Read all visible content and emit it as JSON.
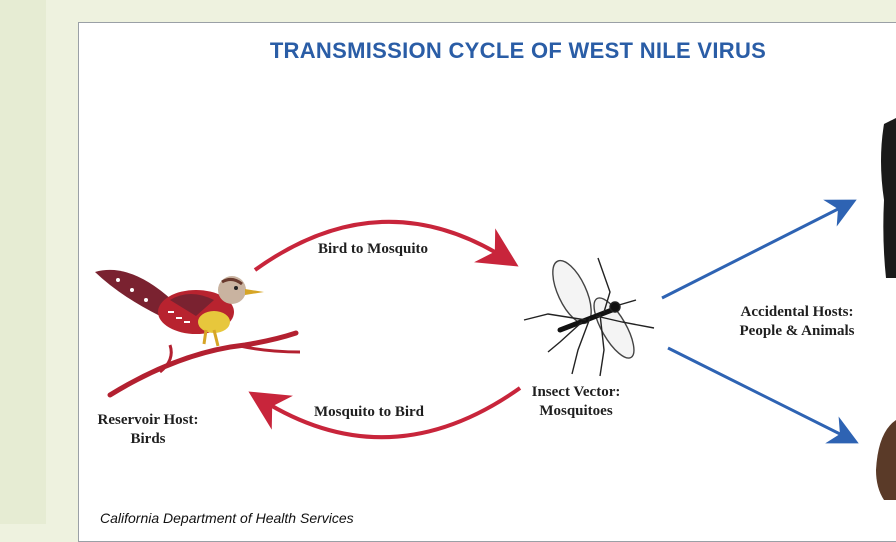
{
  "title": "TRANSMISSION CYCLE OF WEST NILE VIRUS",
  "labels": {
    "bird_to_mosquito": "Bird to Mosquito",
    "mosquito_to_bird": "Mosquito to Bird",
    "insect_vector_1": "Insect Vector:",
    "insect_vector_2": "Mosquitoes",
    "reservoir_1": "Reservoir Host:",
    "reservoir_2": "Birds",
    "accidental_1": "Accidental Hosts:",
    "accidental_2": "People & Animals"
  },
  "footer": "California Department of Health Services",
  "colors": {
    "title": "#2a5da6",
    "red_arrow": "#c8253b",
    "blue_arrow": "#2e63b3"
  }
}
